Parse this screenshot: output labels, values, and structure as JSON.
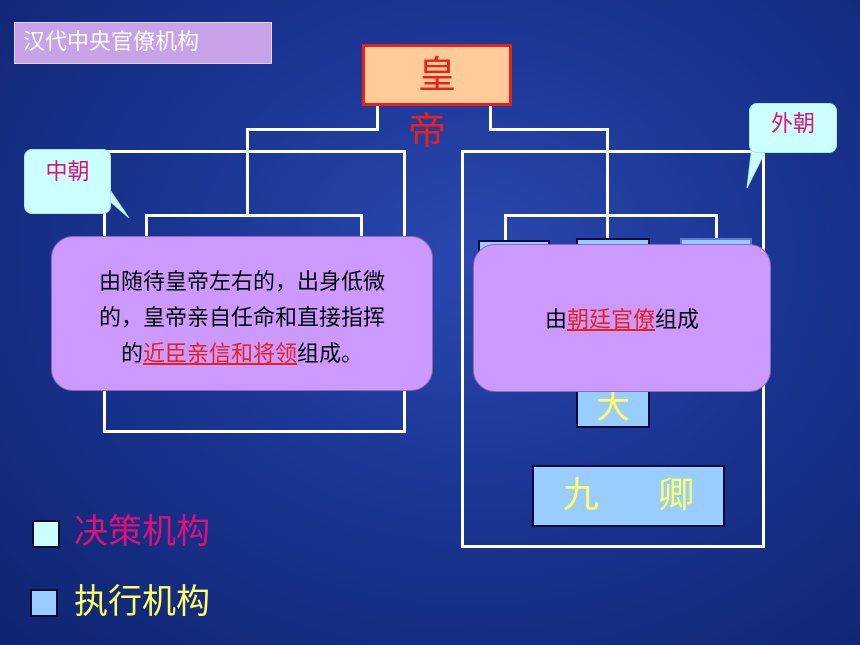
{
  "title": "汉代中央官僚机构",
  "emperor": "皇 帝",
  "labels": {
    "inner_court": "中朝",
    "outer_court": "外朝"
  },
  "callouts": {
    "inner": {
      "line1": "由随待皇帝左右的，出身低微",
      "line2": "的，皇帝亲自任命和直接指挥",
      "line3_prefix": "的",
      "line3_highlight": "近臣亲信和将领",
      "line3_suffix": "组成。"
    },
    "outer": {
      "prefix": "由",
      "highlight": "朝廷官僚",
      "suffix": "组成"
    }
  },
  "boxes": {
    "jiuqing": "九 卿",
    "dafu_fragment": "大"
  },
  "legend": [
    {
      "label": "决策机构",
      "swatch": "#ccffff",
      "text_color": "#e0107a"
    },
    {
      "label": "执行机构",
      "swatch": "#99ccff",
      "text_color": "#ffff66"
    }
  ],
  "colors": {
    "background": "#1a3592",
    "highlight": "#e8221b",
    "callout": "#cc99ff"
  }
}
